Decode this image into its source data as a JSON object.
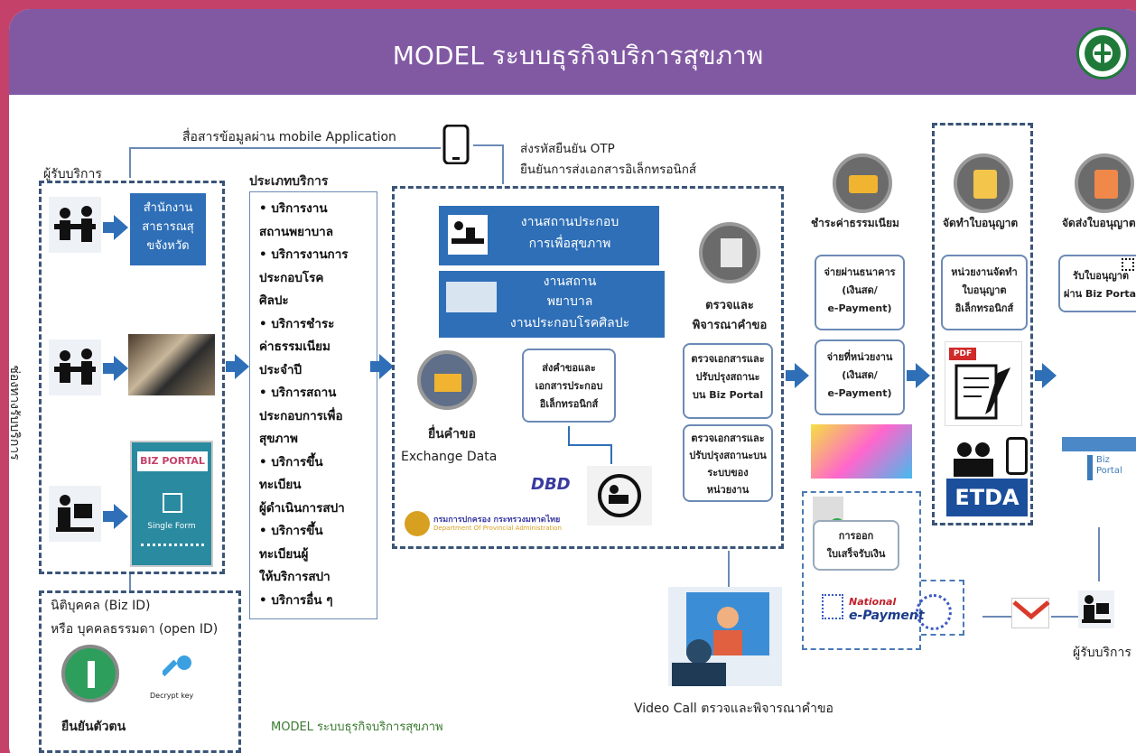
{
  "header": {
    "title": "MODEL ระบบธุรกิจบริการสุขภาพ"
  },
  "top": {
    "mobile_label": "สื่อสารข้อมูลผ่าน mobile Application",
    "otp_line1": "ส่งรหัสยืนยัน OTP",
    "otp_line2": "ยืนยันการส่งเอกสารอิเล็กทรอนิกส์"
  },
  "left": {
    "receiver_label": "ผู้รับบริการ",
    "channel_label": "ช่องทางรับบริการ",
    "office_box": [
      "สำนักงาน",
      "สาธารณสุ",
      "ขจังหวัด"
    ],
    "bizportal_label": "BIZ PORTAL",
    "single_form": "Single Form"
  },
  "identity": {
    "line1": "นิติบุคคล (Biz ID)",
    "line2": "หรือ บุคคลธรรมดา (open ID)",
    "confirm": "ยืนยันตัวตน",
    "decrypt": "Decrypt key"
  },
  "services": {
    "title": "ประเภทบริการ",
    "items": [
      "• บริการงาน",
      "สถานพยาบาล",
      "• บริการงานการ",
      "ประกอบโรค",
      "ศิลปะ",
      "• บริการชำระ",
      "ค่าธรรมเนียม",
      "ประจำปี",
      "• บริการสถาน",
      "ประกอบการเพื่อ",
      "สุขภาพ",
      "• บริการขึ้น",
      "ทะเบียน",
      "ผู้ดำเนินการสปา",
      "• บริการขึ้น",
      "ทะเบียนผู้",
      "ให้บริการสปา",
      "• บริการอื่น ๆ"
    ]
  },
  "center": {
    "box1": [
      "งานสถานประกอบ",
      "การเพื่อสุขภาพ"
    ],
    "box2": [
      "งานสถาน",
      "พยาบาล",
      "งานประกอบโรคศิลปะ"
    ],
    "submit": "ยื่นคำขอ",
    "exchange": "Exchange Data",
    "send_docs": [
      "ส่งคำขอและ",
      "เอกสารประกอบ",
      "อิเล็กทรอนิกส์"
    ],
    "dbd": "DBD",
    "dopa_th": "กรมการปกครอง กระทรวงมหาดไทย",
    "dopa_en": "Department Of Provincial Administration",
    "review_title": [
      "ตรวจและ",
      "พิจารณาคำขอ"
    ],
    "check1": [
      "ตรวจเอกสารและ",
      "ปรับปรุงสถานะ",
      "บน Biz Portal"
    ],
    "check2": [
      "ตรวจเอกสารและ",
      "ปรับปรุงสถานะบน",
      "ระบบของ",
      "หน่วยงาน"
    ]
  },
  "fee": {
    "title": "ชำระค่าธรรมเนียม",
    "bank": [
      "จ่ายผ่านธนาคาร",
      "(เงินสด/",
      "e-Payment)"
    ],
    "agency": [
      "จ่ายที่หน่วยงาน",
      "(เงินสด/",
      "e-Payment)"
    ],
    "receipt": [
      "การออก",
      "ใบเสร็จรับเงิน"
    ],
    "epayment": [
      "National",
      "e-Payment"
    ]
  },
  "license": {
    "title": "จัดทำใบอนุญาต",
    "agency": [
      "หน่วยงานจัดทำ",
      "ใบอนุญาต",
      "อิเล็กทรอนิกส์"
    ],
    "pdf": "PDF",
    "etda": "ETDA"
  },
  "delivery": {
    "title": "จัดส่งใบอนุญาต",
    "receive": [
      "รับใบอนุญาต",
      "ผ่าน Biz Portal"
    ],
    "biz": [
      "Biz",
      "Portal"
    ],
    "receiver": "ผู้รับบริการ"
  },
  "bottom": {
    "video": "Video Call ตรวจและพิจารณาคำขอ",
    "model": "MODEL ระบบธุรกิจบริการสุขภาพ"
  },
  "colors": {
    "header": "#8159a3",
    "border": "#c4426a",
    "blue": "#2e6fb7",
    "dash": "#3a5478"
  }
}
